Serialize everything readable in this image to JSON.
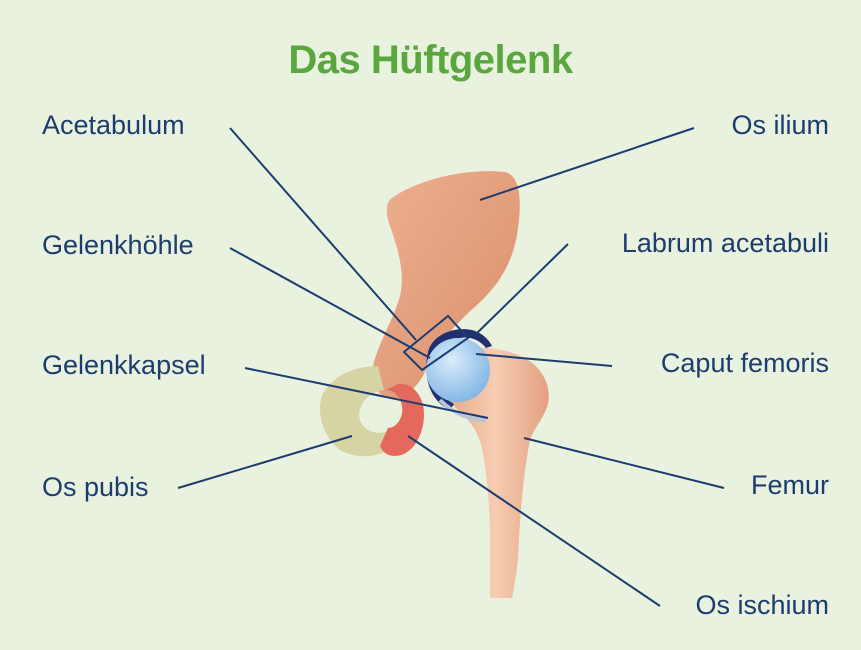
{
  "title": "Das Hüftgelenk",
  "labels": {
    "acetabulum": "Acetabulum",
    "gelenkhoehle": "Gelenkhöhle",
    "gelenkkapsel": "Gelenkkapsel",
    "os_pubis": "Os pubis",
    "os_ilium": "Os ilium",
    "labrum_acetabuli": "Labrum acetabuli",
    "caput_femoris": "Caput femoris",
    "femur": "Femur",
    "os_ischium": "Os ischium"
  },
  "colors": {
    "background": "#e9f1df",
    "title": "#5aa63f",
    "label_text": "#1d3c70",
    "leader_line": "#1d3c70",
    "os_ilium": "#e29a78",
    "os_pubis": "#d6d3a4",
    "os_ischium": "#e4695c",
    "femur": "#f0bfa2",
    "caput_femoris": "#9cc9ef",
    "labrum_acetabuli": "#1f2f6f"
  }
}
